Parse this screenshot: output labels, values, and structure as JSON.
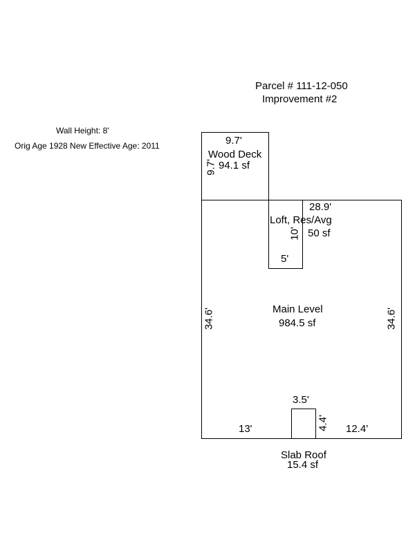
{
  "header": {
    "parcel": "Parcel # 111-12-050",
    "improvement": "Improvement #2"
  },
  "info": {
    "wall_height": "Wall Height: 8'",
    "ages": "Orig Age 1928 New Effective Age: 2011"
  },
  "areas": {
    "wood_deck": {
      "name": "Wood Deck",
      "area": "94.1 sf",
      "dim_top": "9.7'",
      "dim_left": "9.7'"
    },
    "loft": {
      "name": "Loft, Res/Avg",
      "area": "50 sf",
      "dim_side": "10'",
      "dim_bottom": "5'"
    },
    "main_level": {
      "name": "Main Level",
      "area": "984.5 sf",
      "dim_top": "28.9'",
      "dim_left": "34.6'",
      "dim_right": "34.6'",
      "dim_bottom_left": "13'",
      "dim_bottom_right": "12.4'"
    },
    "slab_roof": {
      "name": "Slab Roof",
      "area": "15.4 sf",
      "dim_top": "3.5'",
      "dim_side": "4.4'"
    }
  }
}
